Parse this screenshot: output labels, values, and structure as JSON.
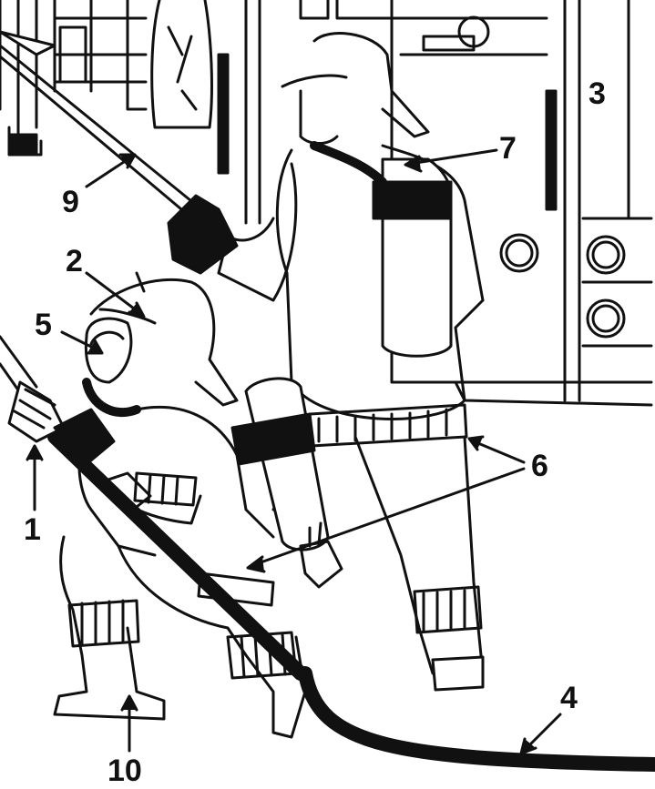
{
  "labels": {
    "l1": "1",
    "l2": "2",
    "l3": "3",
    "l4": "4",
    "l5": "5",
    "l6": "6",
    "l7": "7",
    "l9": "9",
    "l10": "10"
  },
  "colors": {
    "ink": "#111111",
    "paper": "#ffffff"
  }
}
